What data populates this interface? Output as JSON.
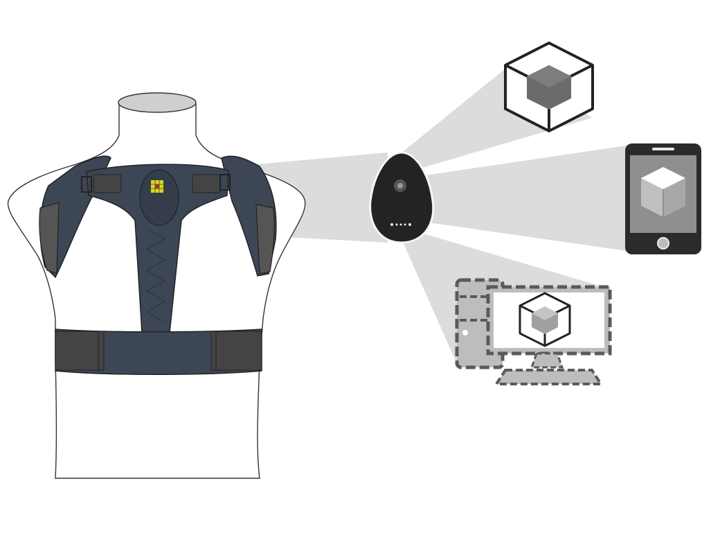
{
  "diagram": {
    "nodes": [
      {
        "id": "brace",
        "name": "posture-brace-wearable-on-torso",
        "icon": "brace-with-sensor-icon"
      },
      {
        "id": "hub",
        "name": "wireless-sensor-hub",
        "icon": "oval-hub-device-icon"
      },
      {
        "id": "app-3d",
        "name": "3d-application",
        "icon": "cube-icon"
      },
      {
        "id": "phone",
        "name": "smartphone",
        "icon": "smartphone-icon"
      },
      {
        "id": "desktop",
        "name": "desktop-computer",
        "icon": "desktop-computer-icon"
      }
    ],
    "edges": [
      {
        "from": "brace",
        "to": "hub"
      },
      {
        "from": "hub",
        "to": "app-3d"
      },
      {
        "from": "hub",
        "to": "phone"
      },
      {
        "from": "hub",
        "to": "desktop"
      }
    ],
    "colors": {
      "beam": "#dcdcdc",
      "brace": "#3d4655",
      "strap": "#333333",
      "device": "#232323",
      "cube_face": "#6b6b6b",
      "phone_screen": "#8f8f8f",
      "sensor_yellow": "#d6d816",
      "sensor_red": "#d82020"
    }
  }
}
